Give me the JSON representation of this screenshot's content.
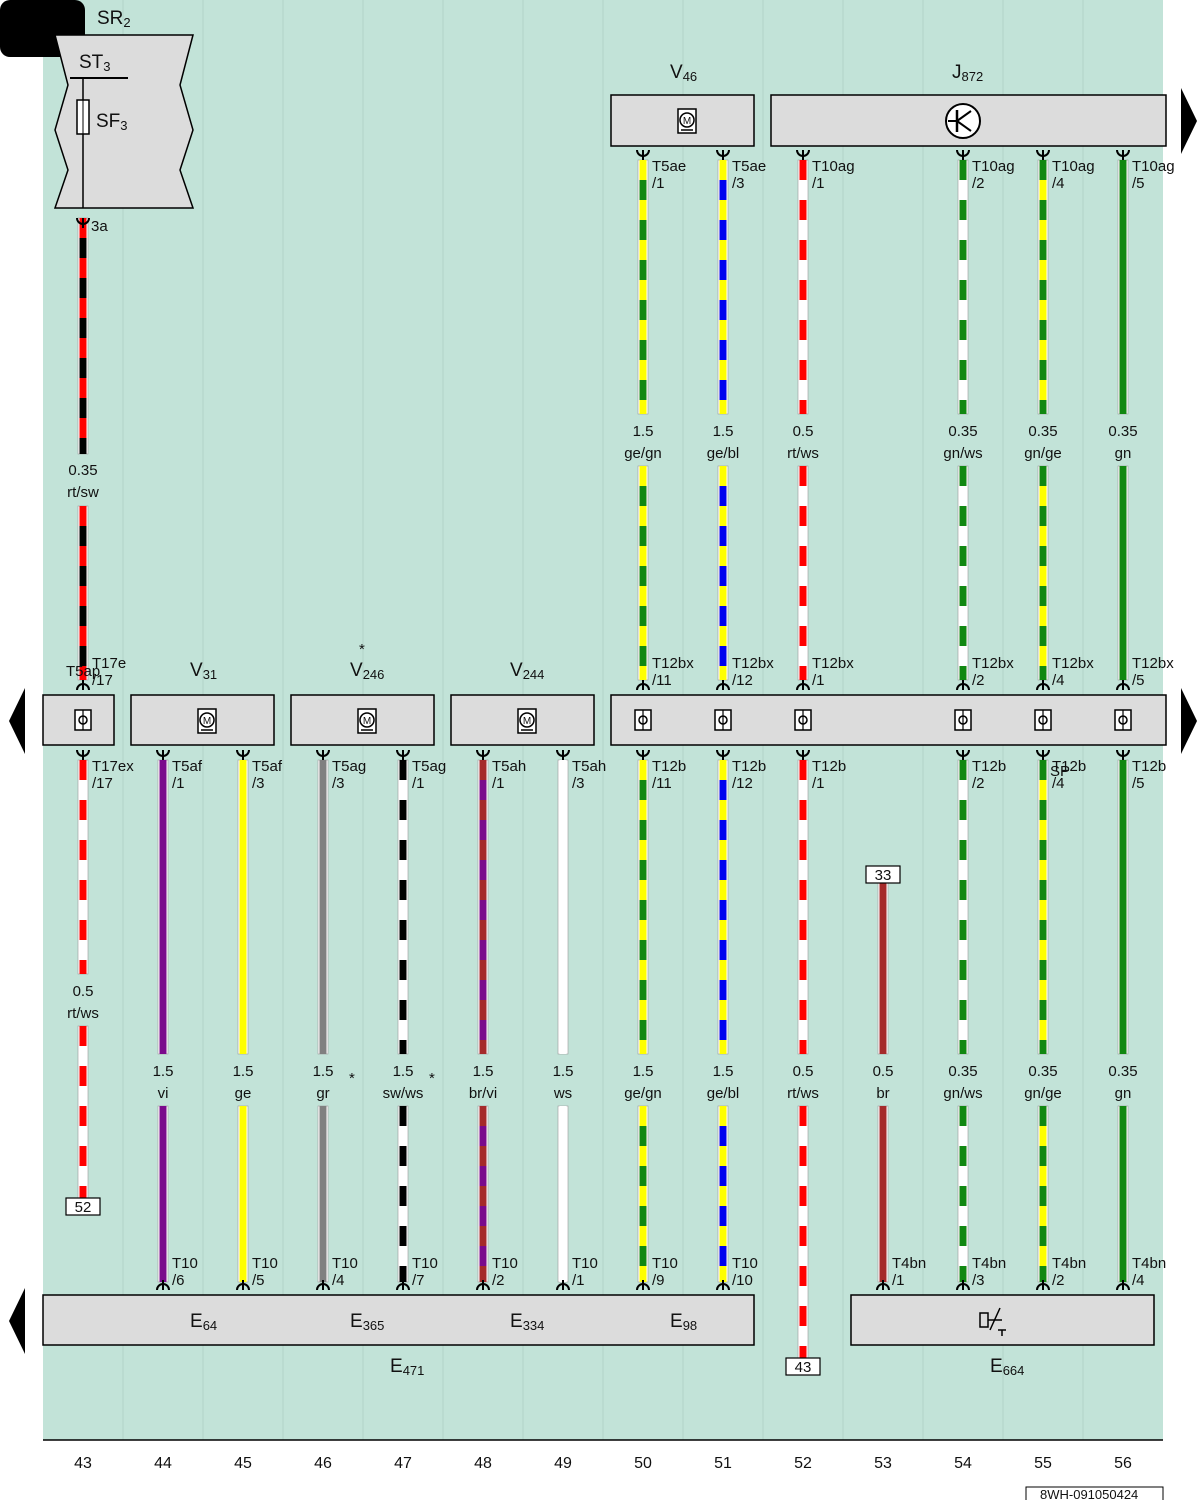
{
  "colors": {
    "background": "#c2e3d8",
    "component": "#dcdcdc",
    "rt": "#ff0000",
    "sw": "#000000",
    "ws": "#ffffff",
    "ge": "#ffff00",
    "gn": "#118811",
    "bl": "#0000ee",
    "vi": "#7a0a8c",
    "gr": "#808080",
    "br": "#a52a2a"
  },
  "header": {
    "sr_main": "SR",
    "sr_sub": "2",
    "st_main": "ST",
    "st_sub": "3",
    "sf_main": "SF",
    "sf_sub": "3",
    "fuse_terminal": "3a"
  },
  "top_components": [
    {
      "id": "v46",
      "main": "V",
      "sub": "46",
      "icon": "motor-icon"
    },
    {
      "id": "j872",
      "main": "J",
      "sub": "872",
      "icon": "transistor-icon"
    }
  ],
  "mid_components": [
    {
      "id": "v31",
      "main": "V",
      "sub": "31",
      "icon": "motor-icon"
    },
    {
      "id": "v246",
      "main": "V",
      "sub": "246",
      "icon": "motor-icon",
      "mark": "*"
    },
    {
      "id": "v244",
      "main": "V",
      "sub": "244",
      "icon": "motor-icon"
    }
  ],
  "bottom_components": [
    {
      "id": "e64",
      "main": "E",
      "sub": "64"
    },
    {
      "id": "e365",
      "main": "E",
      "sub": "365"
    },
    {
      "id": "e334",
      "main": "E",
      "sub": "334"
    },
    {
      "id": "e98",
      "main": "E",
      "sub": "98"
    },
    {
      "id": "e471",
      "main": "E",
      "sub": "471"
    },
    {
      "id": "e664",
      "main": "E",
      "sub": "664"
    }
  ],
  "mid_marks": {
    "star_47": "*",
    "star_47b": "*"
  },
  "upper_wires": [
    {
      "column": 43,
      "pin1": "",
      "pin2": "3a",
      "size": "0.35",
      "code": "rt/sw",
      "colors": [
        "rt",
        "sw"
      ]
    },
    {
      "column": 50,
      "pin1": "T5ae",
      "pin2": "/1",
      "size": "1.5",
      "code": "ge/gn",
      "colors": [
        "ge",
        "gn"
      ]
    },
    {
      "column": 51,
      "pin1": "T5ae",
      "pin2": "/3",
      "size": "1.5",
      "code": "ge/bl",
      "colors": [
        "ge",
        "bl"
      ]
    },
    {
      "column": 52,
      "pin1": "T10ag",
      "pin2": "/1",
      "size": "0.5",
      "code": "rt/ws",
      "colors": [
        "rt",
        "ws"
      ]
    },
    {
      "column": 54,
      "pin1": "T10ag",
      "pin2": "/2",
      "size": "0.35",
      "code": "gn/ws",
      "colors": [
        "gn",
        "ws"
      ]
    },
    {
      "column": 55,
      "pin1": "T10ag",
      "pin2": "/4",
      "size": "0.35",
      "code": "gn/ge",
      "colors": [
        "gn",
        "ge"
      ]
    },
    {
      "column": 56,
      "pin1": "T10ag",
      "pin2": "/5",
      "size": "0.35",
      "code": "gn",
      "colors": [
        "gn"
      ]
    }
  ],
  "upper_bottom_pins": [
    {
      "column": 43,
      "pin1": "T17e",
      "pin2": "/17",
      "overlay": "T5ap"
    },
    {
      "column": 50,
      "pin1": "T12bx",
      "pin2": "/11"
    },
    {
      "column": 51,
      "pin1": "T12bx",
      "pin2": "/12"
    },
    {
      "column": 52,
      "pin1": "T12bx",
      "pin2": "/1"
    },
    {
      "column": 54,
      "pin1": "T12bx",
      "pin2": "/2"
    },
    {
      "column": 55,
      "pin1": "T12bx",
      "pin2": "/4"
    },
    {
      "column": 56,
      "pin1": "T12bx",
      "pin2": "/5"
    }
  ],
  "lower_wires": [
    {
      "column": 43,
      "pin1": "T17ex",
      "pin2": "/17",
      "size": "0.5",
      "code": "rt/ws",
      "colors": [
        "rt",
        "ws"
      ],
      "ref": "52"
    },
    {
      "column": 44,
      "pin1": "T5af",
      "pin2": "/1",
      "size": "1.5",
      "code": "vi",
      "colors": [
        "vi"
      ],
      "bpin1": "T10",
      "bpin2": "/6"
    },
    {
      "column": 45,
      "pin1": "T5af",
      "pin2": "/3",
      "size": "1.5",
      "code": "ge",
      "colors": [
        "ge"
      ],
      "bpin1": "T10",
      "bpin2": "/5"
    },
    {
      "column": 46,
      "pin1": "T5ag",
      "pin2": "/3",
      "size": "1.5",
      "code": "gr",
      "colors": [
        "gr"
      ],
      "bpin1": "T10",
      "bpin2": "/4"
    },
    {
      "column": 47,
      "pin1": "T5ag",
      "pin2": "/1",
      "size": "1.5",
      "code": "sw/ws",
      "colors": [
        "sw",
        "ws"
      ],
      "bpin1": "T10",
      "bpin2": "/7"
    },
    {
      "column": 48,
      "pin1": "T5ah",
      "pin2": "/1",
      "size": "1.5",
      "code": "br/vi",
      "colors": [
        "br",
        "vi"
      ],
      "bpin1": "T10",
      "bpin2": "/2"
    },
    {
      "column": 49,
      "pin1": "T5ah",
      "pin2": "/3",
      "size": "1.5",
      "code": "ws",
      "colors": [
        "ws"
      ],
      "bpin1": "T10",
      "bpin2": "/1"
    },
    {
      "column": 50,
      "pin1": "T12b",
      "pin2": "/11",
      "size": "1.5",
      "code": "ge/gn",
      "colors": [
        "ge",
        "gn"
      ],
      "bpin1": "T10",
      "bpin2": "/9"
    },
    {
      "column": 51,
      "pin1": "T12b",
      "pin2": "/12",
      "size": "1.5",
      "code": "ge/bl",
      "colors": [
        "ge",
        "bl"
      ],
      "bpin1": "T10",
      "bpin2": "/10"
    },
    {
      "column": 52,
      "pin1": "T12b",
      "pin2": "/1",
      "size": "0.5",
      "code": "rt/ws",
      "colors": [
        "rt",
        "ws"
      ],
      "ref": "43"
    },
    {
      "column": 53,
      "pin1": "",
      "pin2": "",
      "size": "0.5",
      "code": "br",
      "colors": [
        "br"
      ],
      "ref_top": "33",
      "bpin1": "T4bn",
      "bpin2": "/1"
    },
    {
      "column": 54,
      "pin1": "T12b",
      "pin2": "/2",
      "size": "0.35",
      "code": "gn/ws",
      "colors": [
        "gn",
        "ws"
      ],
      "bpin1": "T4bn",
      "bpin2": "/3"
    },
    {
      "column": 55,
      "pin1": "T12b",
      "pin2": "/4",
      "size": "0.35",
      "code": "gn/ge",
      "colors": [
        "gn",
        "ge"
      ],
      "bpin1": "T4bn",
      "bpin2": "/2",
      "overlay": "SP"
    },
    {
      "column": 56,
      "pin1": "T12b",
      "pin2": "/5",
      "size": "0.35",
      "code": "gn",
      "colors": [
        "gn"
      ],
      "bpin1": "T4bn",
      "bpin2": "/4"
    }
  ],
  "columns": [
    "43",
    "44",
    "45",
    "46",
    "47",
    "48",
    "49",
    "50",
    "51",
    "52",
    "53",
    "54",
    "55",
    "56"
  ],
  "footer_code": "8WH-091050424"
}
